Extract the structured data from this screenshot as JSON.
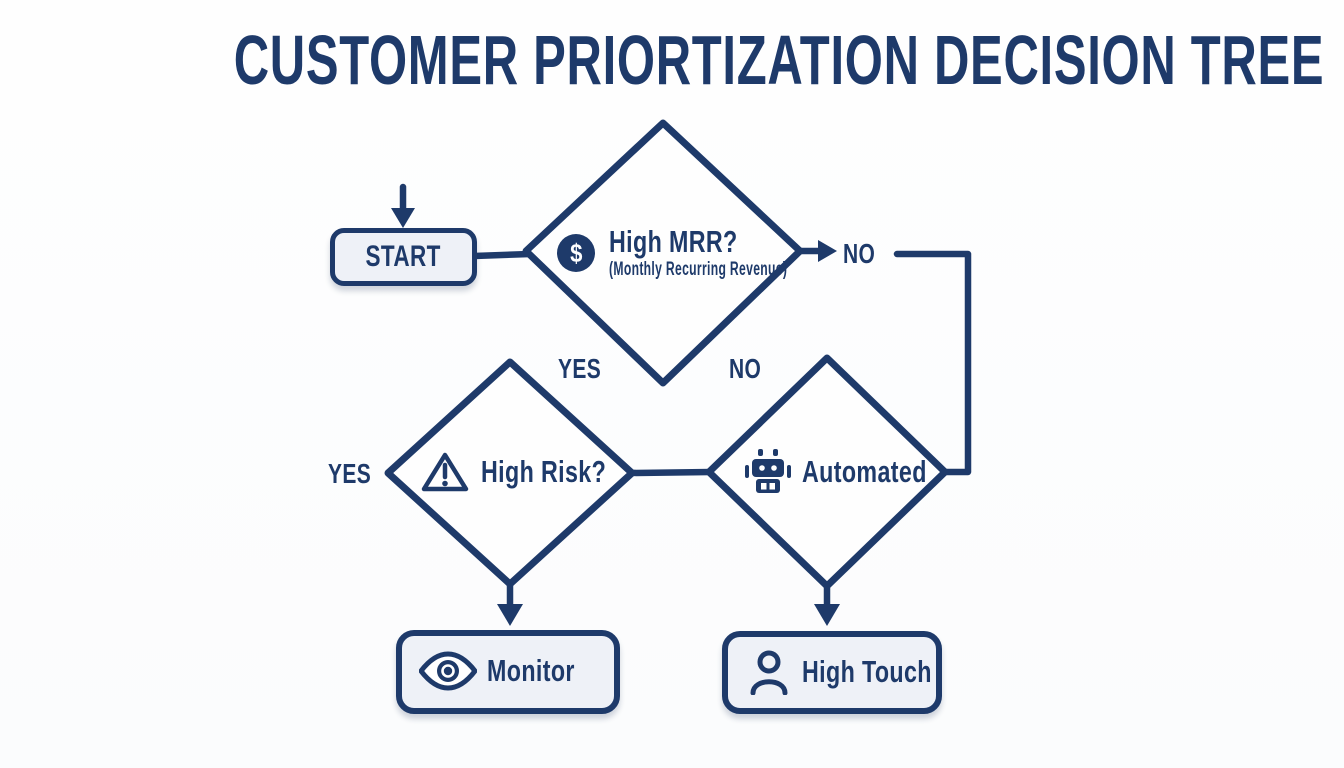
{
  "title": "CUSTOMER PRIORTIZATION DECISION TREE",
  "nodes": {
    "start": {
      "label": "START"
    },
    "high_mrr": {
      "label": "High MRR?",
      "sublabel": "(Monthly Recurring Revenue)",
      "icon": "dollar-icon",
      "icon_symbol": "$"
    },
    "high_risk": {
      "label": "High Risk?",
      "icon": "warning-icon"
    },
    "automated": {
      "label": "Automated",
      "icon": "robot-icon"
    },
    "monitor": {
      "label": "Monitor",
      "icon": "eye-icon"
    },
    "high_touch": {
      "label": "High Touch",
      "icon": "person-icon"
    }
  },
  "edge_labels": {
    "mrr_no_right": "NO",
    "mrr_yes_below": "YES",
    "mrr_no_below": "NO",
    "risk_yes_left": "YES"
  },
  "colors": {
    "navy": "#1e3a6a",
    "node_fill": "#eef1f7",
    "background": "#fdfdfe"
  }
}
